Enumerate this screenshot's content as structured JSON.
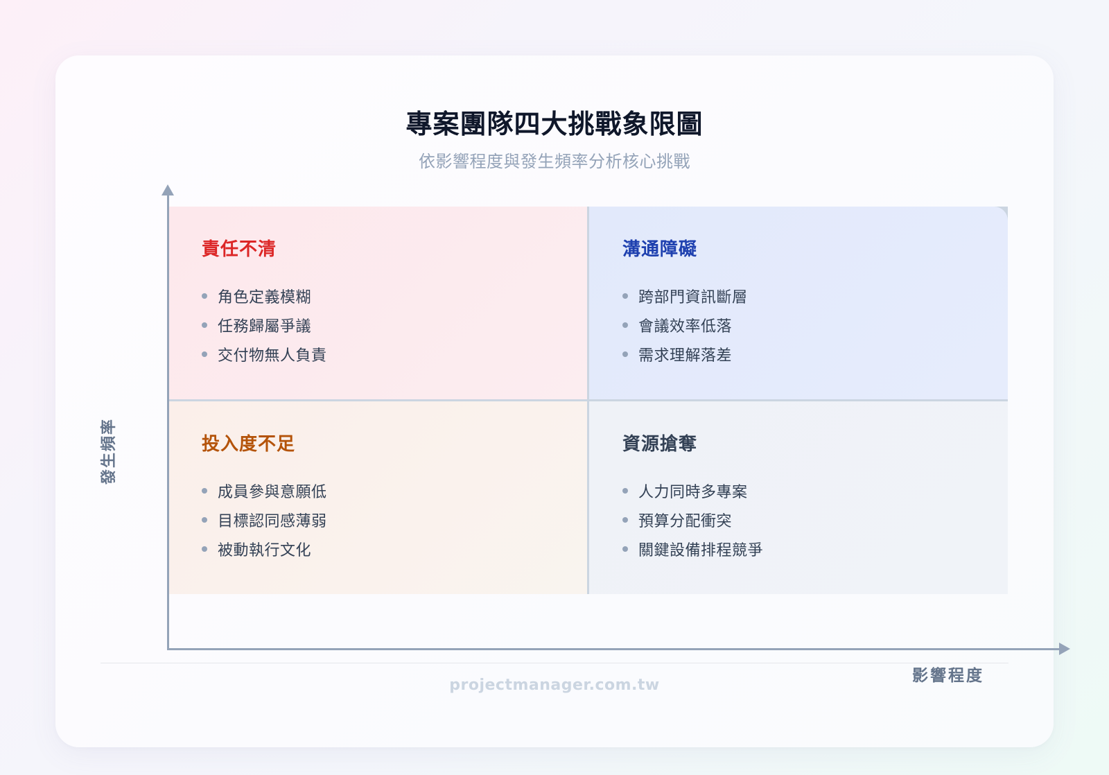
{
  "header": {
    "title": "專案團隊四大挑戰象限圖",
    "subtitle": "依影響程度與發生頻率分析核心挑戰"
  },
  "axes": {
    "y_label": "發生頻率",
    "x_label": "影響程度"
  },
  "quadrants": [
    {
      "position": "top-left",
      "title": "責任不清",
      "color": "#dc2626",
      "background": "#fdeaee",
      "items": [
        "角色定義模糊",
        "任務歸屬爭議",
        "交付物無人負責"
      ]
    },
    {
      "position": "top-right",
      "title": "溝通障礙",
      "color": "#1e40af",
      "background": "#e4eafb",
      "items": [
        "跨部門資訊斷層",
        "會議效率低落",
        "需求理解落差"
      ]
    },
    {
      "position": "bottom-left",
      "title": "投入度不足",
      "color": "#b45309",
      "background": "#faf2ec",
      "items": [
        "成員參與意願低",
        "目標認同感薄弱",
        "被動執行文化"
      ]
    },
    {
      "position": "bottom-right",
      "title": "資源搶奪",
      "color": "#334155",
      "background": "#eff2f7",
      "items": [
        "人力同時多專案",
        "預算分配衝突",
        "關鍵設備排程競爭"
      ]
    }
  ],
  "footer": {
    "text": "projectmanager.com.tw"
  }
}
